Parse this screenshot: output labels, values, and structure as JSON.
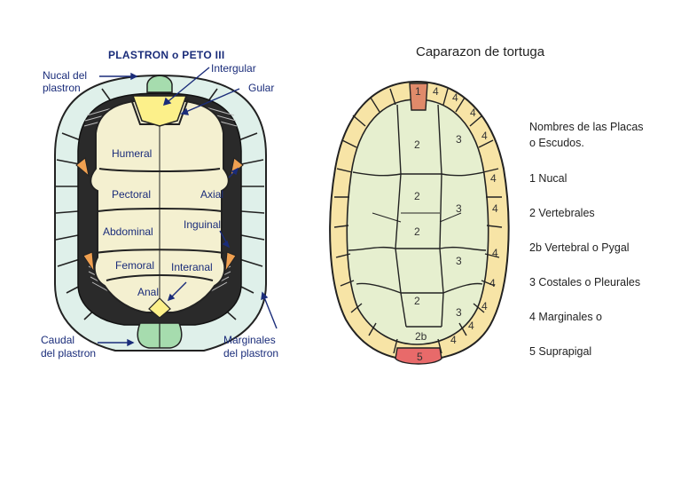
{
  "plastron": {
    "title": "PLASTRON o PETO III",
    "callouts": {
      "nucal_line1": "Nucal del",
      "nucal_line2": "plastron",
      "intergular": "Intergular",
      "gular": "Gular",
      "caudal_line1": "Caudal",
      "caudal_line2": "del plastron",
      "marginales_line1": "Marginales",
      "marginales_line2": "del plastron"
    },
    "plates": {
      "humeral": "Humeral",
      "pectoral": "Pectoral",
      "axial": "Axial",
      "abdominal": "Abdominal",
      "inguinal": "Inguinal",
      "femoral": "Femoral",
      "interanal": "Interanal",
      "anal": "Anal"
    }
  },
  "carapace": {
    "title": "Caparazon de tortuga",
    "scute_numbers": {
      "nucal": "1",
      "v1": "2",
      "v2": "2",
      "v3": "2",
      "v4": "2",
      "pygal": "2b",
      "supra": "5",
      "c1": "3",
      "c2": "3",
      "c3": "3",
      "c4": "3",
      "m1": "4",
      "m2": "4",
      "m3": "4",
      "m4": "4",
      "m5": "4",
      "m6": "4",
      "m7": "4",
      "m8": "4",
      "m9": "4",
      "m10": "4",
      "m11": "4"
    },
    "legend": {
      "title_line1": "Nombres de las Placas",
      "title_line2": "o Escudos.",
      "items": [
        "1 Nucal",
        "2 Vertebrales",
        "2b Vertebral o Pygal",
        "3 Costales o Pleurales",
        "4 Marginales o",
        "5 Suprapigal"
      ]
    }
  },
  "colors": {
    "plastron_plate": "#f4f0d0",
    "marginal_plastron": "#dff0ea",
    "green_scute": "#a6dcae",
    "yellow_scute": "#fcf08a",
    "orange_scute": "#f0a050",
    "carapace_fill": "#e6efcf",
    "carapace_rim": "#f7e4a6",
    "nucal_red": "#e08a6a",
    "supra_red": "#e86a6a",
    "label_blue": "#1a2c7a"
  }
}
